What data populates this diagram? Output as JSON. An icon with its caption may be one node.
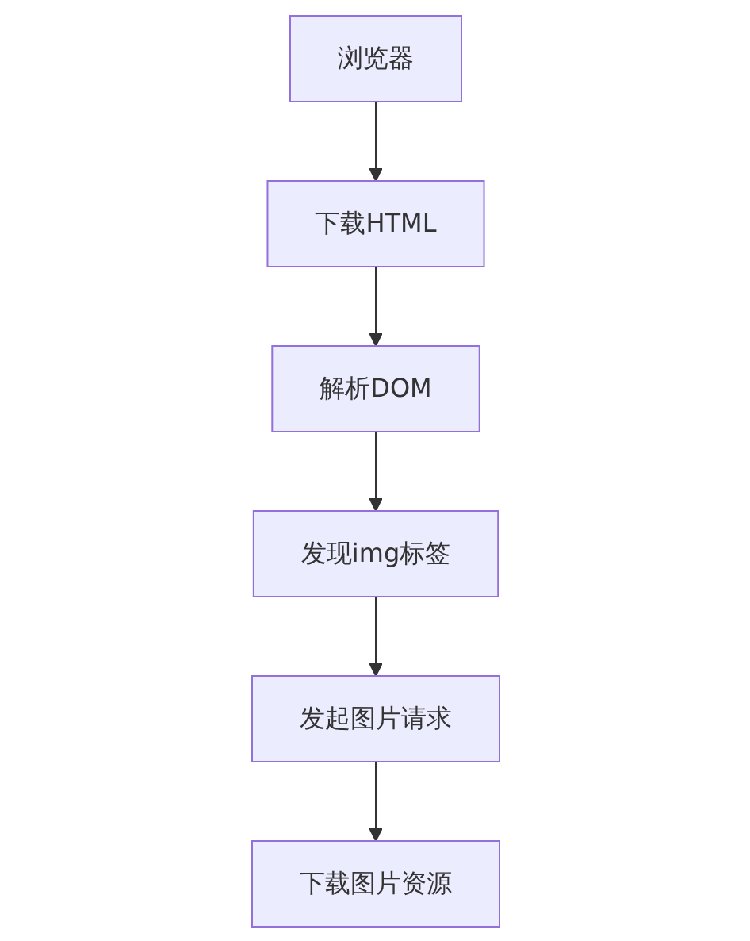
{
  "diagram": {
    "nodes": [
      {
        "text": [
          "浏览器"
        ]
      },
      {
        "text": [
          "下载HTML"
        ]
      },
      {
        "text": [
          "解析DOM"
        ]
      },
      {
        "text": [
          "发现img标签"
        ]
      },
      {
        "text": [
          "发起图片请求"
        ]
      },
      {
        "text": [
          "下载图片资源"
        ]
      }
    ],
    "edges": [
      {
        "from": 0,
        "to": 1,
        "arrow": "to"
      },
      {
        "from": 1,
        "to": 2,
        "arrow": "to"
      },
      {
        "from": 2,
        "to": 3,
        "arrow": "to"
      },
      {
        "from": 3,
        "to": 4,
        "arrow": "to"
      },
      {
        "from": 4,
        "to": 5,
        "arrow": "to"
      }
    ]
  }
}
